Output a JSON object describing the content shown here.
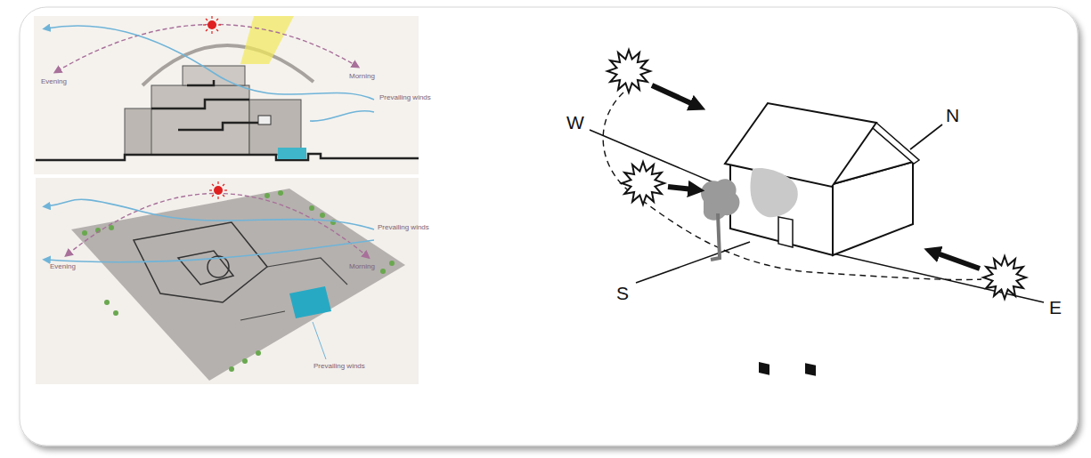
{
  "diagram": {
    "labels": [
      "Evening",
      "Morning",
      "Prevailing winds",
      "Evening",
      "Morning",
      "Prevailing winds",
      "Prevailing winds",
      "W",
      "N",
      "S",
      "E"
    ]
  }
}
